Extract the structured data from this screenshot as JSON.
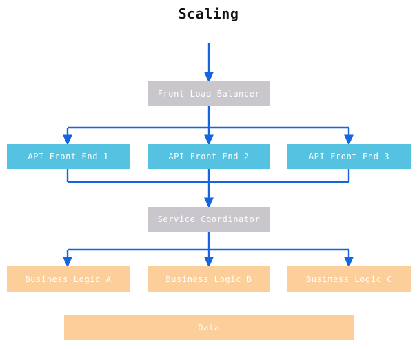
{
  "diagram": {
    "title": "Scaling",
    "colors": {
      "background": "#ffffff",
      "title_text": "#121212",
      "arrow": "#1565e0",
      "gray_node": "#c9c7cc",
      "cyan_node": "#55c2e2",
      "peach_node": "#fcce99",
      "node_text": "#ffffff"
    },
    "nodes": {
      "front_load_balancer": "Front Load Balancer",
      "api_front_end_1": "API Front-End 1",
      "api_front_end_2": "API Front-End 2",
      "api_front_end_3": "API Front-End 3",
      "service_coordinator": "Service Coordinator",
      "business_logic_a": "Business Logic A",
      "business_logic_b": "Business Logic B",
      "business_logic_c": "Business Logic C",
      "data": "Data"
    }
  }
}
